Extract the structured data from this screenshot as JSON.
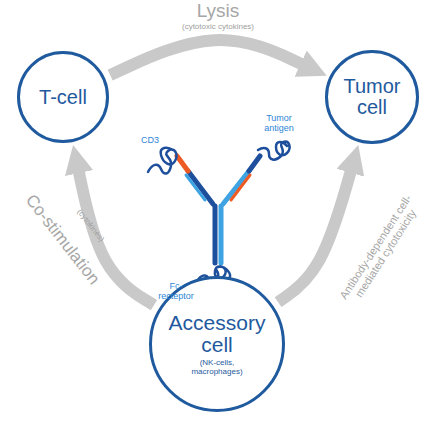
{
  "diagram": {
    "nodes": [
      {
        "text": [
          "T-cell"
        ]
      },
      {
        "text": [
          "Tumor cell"
        ]
      },
      {
        "text": [
          "Accessory cell",
          "(NK-cells, macrophages)"
        ]
      }
    ],
    "edges": [
      {
        "from": 0,
        "to": 1,
        "arrow": "to",
        "label": "Lysis"
      },
      {
        "from": 2,
        "to": 0,
        "arrow": "to",
        "label": "Co-stimulation"
      },
      {
        "from": 2,
        "to": 1,
        "arrow": "to",
        "label": "Antibody-dependent cell-mediated cytotoxicity"
      }
    ],
    "labels": [
      "(cytotoxic cytokines)",
      "CD3",
      "Tumor antigen",
      "Fc- recteptor",
      "(cytokines)"
    ]
  }
}
